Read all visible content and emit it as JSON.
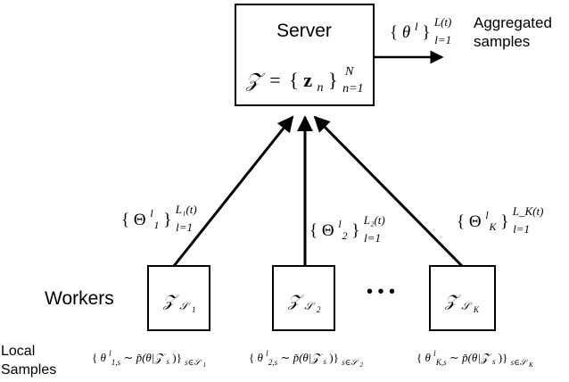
{
  "server": {
    "title": "Server",
    "dataset": {
      "symbol": "𝒵",
      "equals": "=",
      "open": "{",
      "element": "z",
      "element_sub": "n",
      "close": "}",
      "sub": "n=1",
      "sup": "N"
    }
  },
  "aggregated": {
    "math": {
      "open": "{",
      "symbol": "θ",
      "sup_symbol": "l",
      "close": "}",
      "sub": "l=1",
      "sup": "L(t)"
    },
    "label_line1": "Aggregated",
    "label_line2": "samples"
  },
  "workers_label": "Workers",
  "local_samples": {
    "line1": "Local",
    "line2": "Samples"
  },
  "ellipsis": "• • •",
  "workers": [
    {
      "box_symbol": "𝒵",
      "box_sub": "𝒮",
      "box_sub_index": "1",
      "uplink": {
        "open": "{",
        "symbol": "Θ",
        "index": "1",
        "sup_symbol": "l",
        "close": "}",
        "sub": "l=1",
        "sup": "L₁(t)"
      },
      "samples": {
        "open": "{",
        "theta": "θ",
        "sup": "l",
        "sub": "1,s",
        "rest": " ∼ p̃(θ|𝒵",
        "rest_sub": "s",
        "close": ")}",
        "outer_sub": "s∈𝒮",
        "outer_sub_index": "1"
      }
    },
    {
      "box_symbol": "𝒵",
      "box_sub": "𝒮",
      "box_sub_index": "2",
      "uplink": {
        "open": "{",
        "symbol": "Θ",
        "index": "2",
        "sup_symbol": "l",
        "close": "}",
        "sub": "l=1",
        "sup": "L₂(t)"
      },
      "samples": {
        "open": "{",
        "theta": "θ",
        "sup": "l",
        "sub": "2,s",
        "rest": " ∼ p̃(θ|𝒵",
        "rest_sub": "s",
        "close": ")}",
        "outer_sub": "s∈𝒮",
        "outer_sub_index": "2"
      }
    },
    {
      "box_symbol": "𝒵",
      "box_sub": "𝒮",
      "box_sub_index": "K",
      "uplink": {
        "open": "{",
        "symbol": "Θ",
        "index": "K",
        "sup_symbol": "l",
        "close": "}",
        "sub": "l=1",
        "sup": "L_K(t)"
      },
      "samples": {
        "open": "{",
        "theta": "θ",
        "sup": "l",
        "sub": "K,s",
        "rest": " ∼ p̃(θ|𝒵",
        "rest_sub": "s",
        "close": ")}",
        "outer_sub": "s∈𝒮",
        "outer_sub_index": "K"
      }
    }
  ],
  "colors": {
    "stroke": "#000000",
    "background": "#ffffff"
  }
}
